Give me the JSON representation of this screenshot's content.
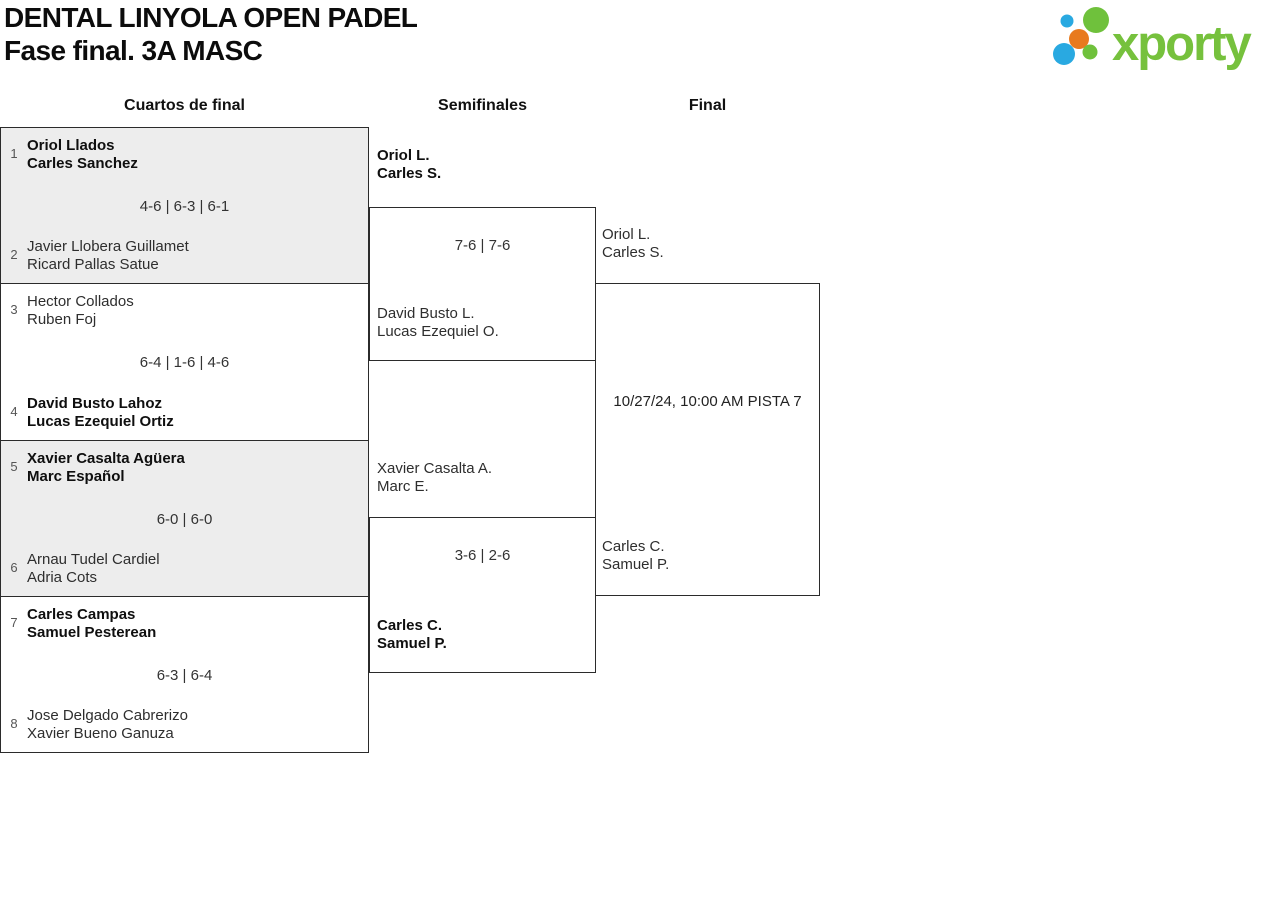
{
  "header": {
    "title": "DENTAL LINYOLA OPEN PADEL",
    "subtitle": "Fase final. 3A MASC",
    "logo": {
      "text": "xporty",
      "colors": {
        "green": "#6fc13c",
        "blue": "#29a9e1",
        "orange": "#e87a1e",
        "text_green": "#76c13d"
      }
    }
  },
  "rounds": {
    "quarterfinals_label": "Cuartos de final",
    "semifinals_label": "Semifinales",
    "final_label": "Final"
  },
  "quarterfinals": [
    {
      "seed_top": "1",
      "seed_bottom": "2",
      "team_top": {
        "player1": "Oriol Llados",
        "player2": "Carles Sanchez",
        "winner": true
      },
      "score": "4-6 | 6-3 | 6-1",
      "team_bottom": {
        "player1": "Javier Llobera Guillamet",
        "player2": "Ricard Pallas Satue",
        "winner": false
      }
    },
    {
      "seed_top": "3",
      "seed_bottom": "4",
      "team_top": {
        "player1": "Hector Collados",
        "player2": "Ruben Foj",
        "winner": false
      },
      "score": "6-4 | 1-6 | 4-6",
      "team_bottom": {
        "player1": "David Busto Lahoz",
        "player2": "Lucas Ezequiel Ortiz",
        "winner": true
      }
    },
    {
      "seed_top": "5",
      "seed_bottom": "6",
      "team_top": {
        "player1": "Xavier Casalta Agüera",
        "player2": "Marc Español",
        "winner": true
      },
      "score": "6-0 | 6-0",
      "team_bottom": {
        "player1": "Arnau Tudel Cardiel",
        "player2": "Adria Cots",
        "winner": false
      }
    },
    {
      "seed_top": "7",
      "seed_bottom": "8",
      "team_top": {
        "player1": "Carles Campas",
        "player2": "Samuel Pesterean",
        "winner": true
      },
      "score": "6-3 | 6-4",
      "team_bottom": {
        "player1": "Jose Delgado Cabrerizo",
        "player2": "Xavier Bueno Ganuza",
        "winner": false
      }
    }
  ],
  "semifinals": [
    {
      "team_top": {
        "player1": "Oriol L.",
        "player2": "Carles S.",
        "winner": true
      },
      "score": "7-6 | 7-6",
      "team_bottom": {
        "player1": "David Busto L.",
        "player2": "Lucas Ezequiel O.",
        "winner": false
      }
    },
    {
      "team_top": {
        "player1": "Xavier Casalta A.",
        "player2": "Marc E.",
        "winner": false
      },
      "score": "3-6 | 2-6",
      "team_bottom": {
        "player1": "Carles C.",
        "player2": "Samuel P.",
        "winner": true
      }
    }
  ],
  "final": {
    "team_top": {
      "player1": "Oriol L.",
      "player2": "Carles S."
    },
    "schedule": "10/27/24, 10:00 AM PISTA 7",
    "team_bottom": {
      "player1": "Carles C.",
      "player2": "Samuel P."
    }
  }
}
